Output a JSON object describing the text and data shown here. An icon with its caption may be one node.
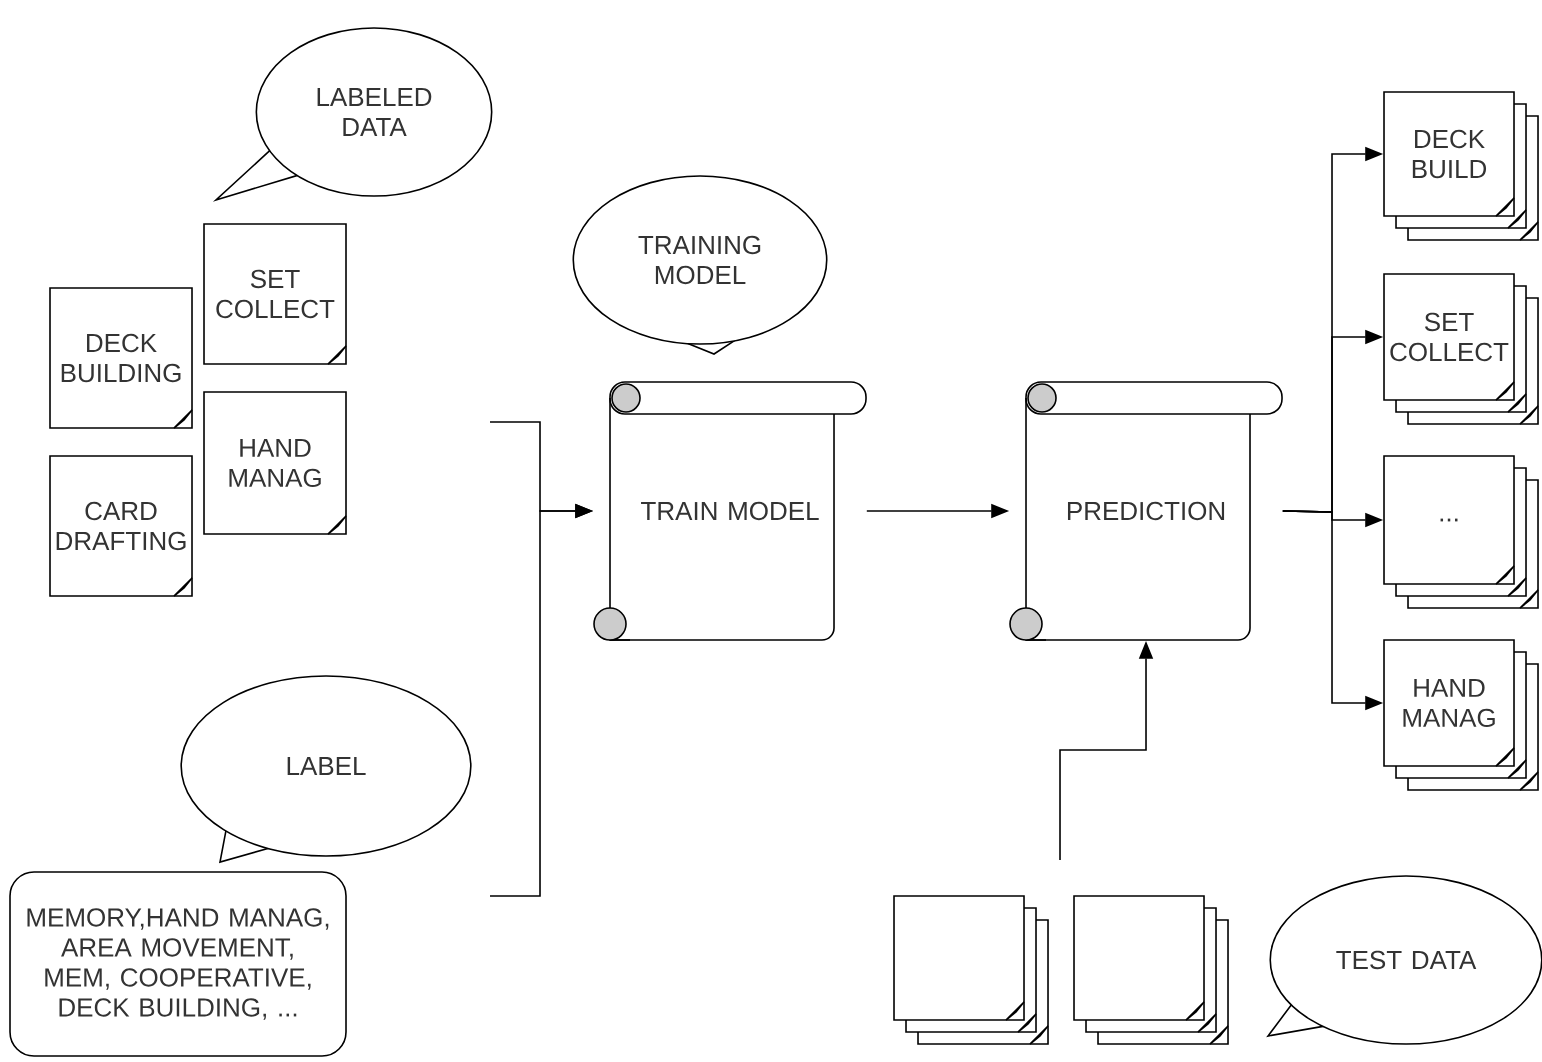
{
  "diagram": {
    "nodes": [
      {
        "text": [
          "LABELED DATA"
        ]
      },
      {
        "text": [
          "SET COLLECT"
        ]
      },
      {
        "text": [
          "DECK BUILDING"
        ]
      },
      {
        "text": [
          "HAND MANAG"
        ]
      },
      {
        "text": [
          "CARD DRAFTING"
        ]
      },
      {
        "text": [
          "LABEL"
        ]
      },
      {
        "text": [
          "MEMORY,HAND MANAG, AREA MOVEMENT, MEM, COOPERATIVE, DECK BUILDING, ..."
        ]
      },
      {
        "text": [
          "TRAINING MODEL"
        ]
      },
      {
        "text": [
          "TRAIN MODEL"
        ]
      },
      {
        "text": [
          "PREDICTION"
        ]
      },
      {
        "text": [
          "DECK BUILD"
        ]
      },
      {
        "text": [
          "SET COLLECT"
        ]
      },
      {
        "text": [
          "..."
        ]
      },
      {
        "text": [
          "HAND MANAG"
        ]
      },
      {
        "text": [],
        "shape": "box"
      },
      {
        "text": [],
        "shape": "box"
      },
      {
        "text": [
          "TEST DATA"
        ]
      }
    ],
    "edges": [
      {
        "from": null,
        "to": 8,
        "arrow": "to"
      },
      {
        "from": null,
        "to": 8,
        "arrow": "to"
      },
      {
        "from": 8,
        "to": 9,
        "arrow": "to"
      },
      {
        "from": 9,
        "to": 10,
        "arrow": "to"
      },
      {
        "from": 9,
        "to": 11,
        "arrow": "to"
      },
      {
        "from": 9,
        "to": 12,
        "arrow": "to"
      },
      {
        "from": 9,
        "to": 13,
        "arrow": "to"
      },
      {
        "from": null,
        "to": 9,
        "arrow": "to"
      }
    ]
  }
}
